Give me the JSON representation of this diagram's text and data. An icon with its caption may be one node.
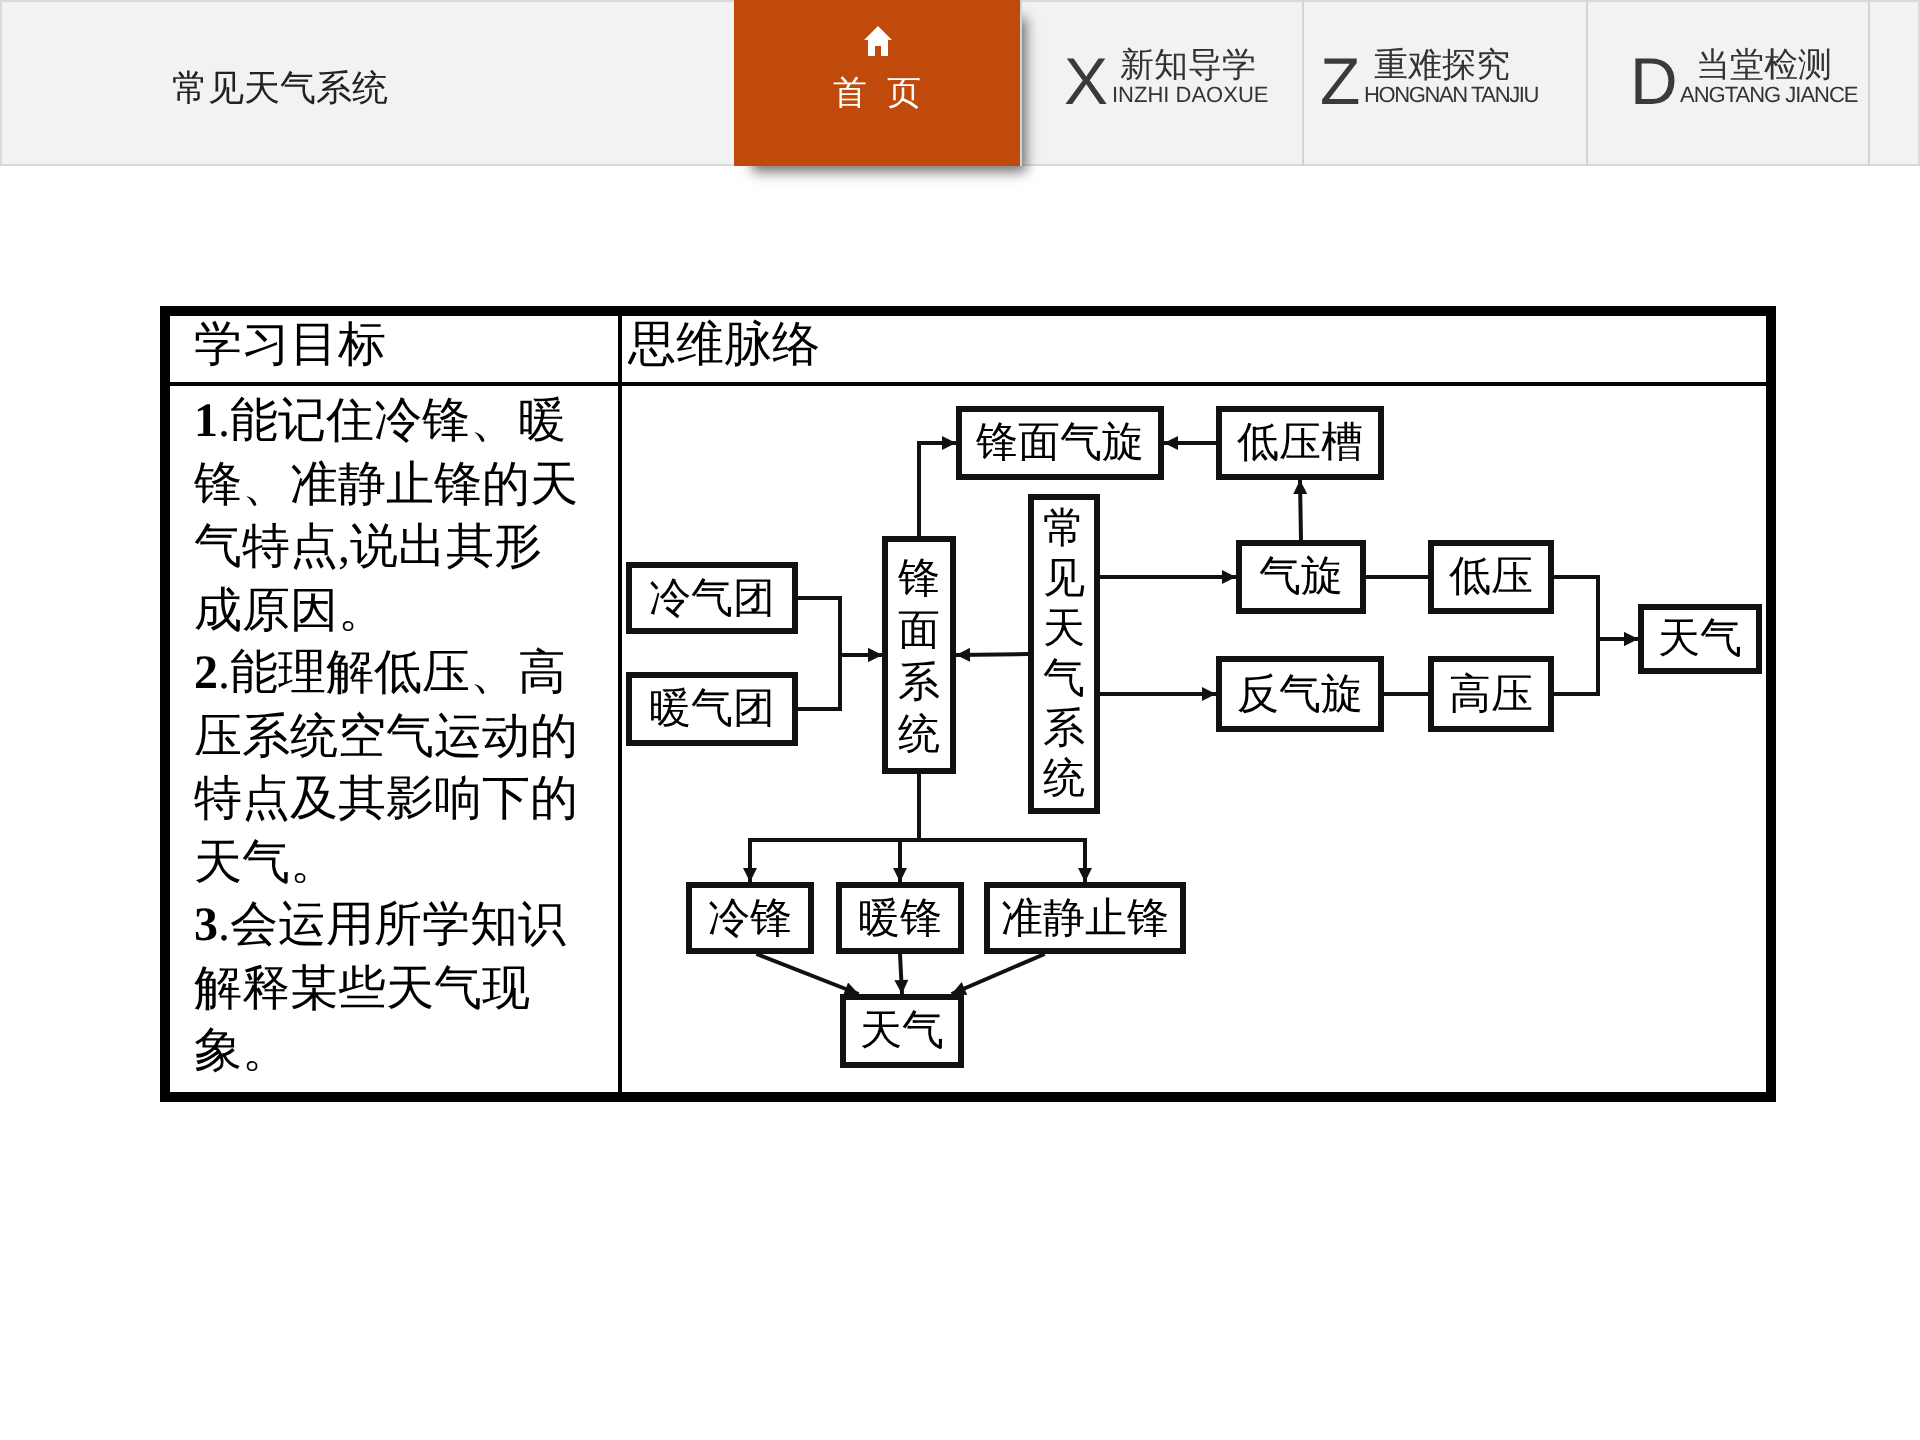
{
  "diagram": {
    "title": "常见天气系统",
    "nodes": [
      {
        "text": [
          "锋面气旋"
        ]
      },
      {
        "text": [
          "低压槽"
        ]
      },
      {
        "text": [
          "常见天气系统"
        ]
      },
      {
        "text": [
          "锋面系统"
        ]
      },
      {
        "text": [
          "冷气团"
        ]
      },
      {
        "text": [
          "气旋"
        ]
      },
      {
        "text": [
          "低压"
        ]
      },
      {
        "text": [
          "天气"
        ]
      },
      {
        "text": [
          "暖气团"
        ]
      },
      {
        "text": [
          "反气旋"
        ]
      },
      {
        "text": [
          "高压"
        ]
      },
      {
        "text": [
          "冷锋"
        ]
      },
      {
        "text": [
          "暖锋"
        ]
      },
      {
        "text": [
          "准静止锋"
        ]
      },
      {
        "text": [
          "天气"
        ]
      }
    ],
    "edges": [
      {
        "from": 1,
        "to": 0,
        "arrow": "to"
      },
      {
        "from": 3,
        "to": 0,
        "arrow": "to"
      },
      {
        "from": 2,
        "to": 3,
        "arrow": "to"
      },
      {
        "from": 2,
        "to": 5,
        "arrow": "to"
      },
      {
        "from": 2,
        "to": 9,
        "arrow": "to"
      },
      {
        "from": 5,
        "to": 1,
        "arrow": "to"
      },
      {
        "from": 4,
        "to": 3,
        "arrow": "to"
      },
      {
        "from": 8,
        "to": 3,
        "arrow": "to"
      },
      {
        "from": 5,
        "to": 6,
        "arrow": "none"
      },
      {
        "from": 9,
        "to": 10,
        "arrow": "none"
      },
      {
        "from": 6,
        "to": 7,
        "arrow": "to"
      },
      {
        "from": 10,
        "to": 7,
        "arrow": "to"
      },
      {
        "from": 3,
        "to": 11,
        "arrow": "to"
      },
      {
        "from": 3,
        "to": 12,
        "arrow": "to"
      },
      {
        "from": 3,
        "to": 13,
        "arrow": "to"
      },
      {
        "from": 11,
        "to": 14,
        "arrow": "to"
      },
      {
        "from": 12,
        "to": 14,
        "arrow": "to"
      },
      {
        "from": 13,
        "to": 14,
        "arrow": "to"
      }
    ],
    "labels": [
      "首页",
      "X",
      "新知导学",
      "INZHI DAOXUE",
      "Z",
      "重难探究",
      "HONGNAN TANJIU",
      "D",
      "当堂检测",
      "ANGTANG JIANCE",
      "学习目标",
      "思维脉络",
      "**1**.能记住冷锋、暖锋、准静止锋的天气特点,说出其形成原因。",
      "**2**.能理解低压、高压系统空气运动的特点及其影响下的天气。",
      "**3**.会运用所学知识解释某些天气现象。"
    ]
  }
}
